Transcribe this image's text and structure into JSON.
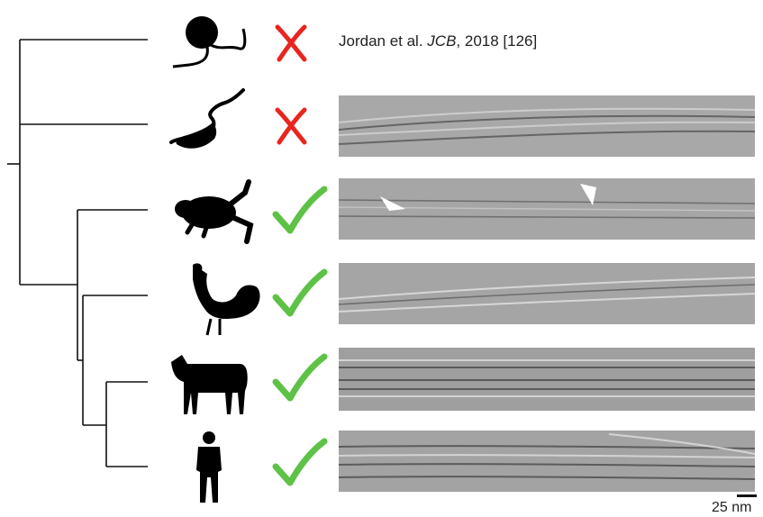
{
  "reference": {
    "authors": "Jordan et al.",
    "journal": "JCB",
    "details": ", 2018 [126]"
  },
  "scale_bar": {
    "label": "25 nm"
  },
  "colors": {
    "cross": "#e8251f",
    "check": "#5dc246",
    "branch": "#111111"
  },
  "rows": [
    {
      "organism": "chlamydomonas",
      "icon": "alga-flagella-icon",
      "result": "absent",
      "mark": "cross-icon",
      "panel": false
    },
    {
      "organism": "trypanosome",
      "icon": "trypanosome-icon",
      "result": "absent",
      "mark": "cross-icon",
      "panel": true
    },
    {
      "organism": "frog",
      "icon": "frog-icon",
      "result": "present",
      "mark": "checkmark-icon",
      "panel": true,
      "arrowheads": 2
    },
    {
      "organism": "chicken",
      "icon": "rooster-icon",
      "result": "present",
      "mark": "checkmark-icon",
      "panel": true
    },
    {
      "organism": "cow",
      "icon": "cow-icon",
      "result": "present",
      "mark": "checkmark-icon",
      "panel": true
    },
    {
      "organism": "human",
      "icon": "human-icon",
      "result": "present",
      "mark": "checkmark-icon",
      "panel": true
    }
  ]
}
